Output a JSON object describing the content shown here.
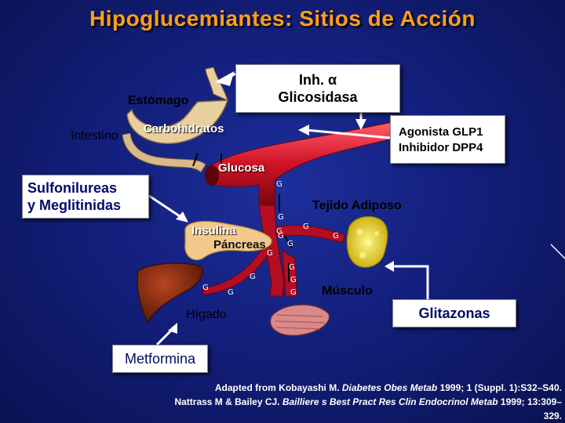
{
  "title": "Hipoglucemiantes: Sitios de Acción",
  "labels": {
    "estomago": "Estómago",
    "intestino": "Intestino",
    "carbohidratos": "Carbohidratos",
    "glucosa": "Glucosa",
    "insulina": "Insulina",
    "pancreas": "Páncreas",
    "tejido_adiposo": "Tejido Adiposo",
    "musculo": "Músculo",
    "higado": "Hígado",
    "g": "G"
  },
  "boxes": {
    "inh_line1": "Inh. α",
    "inh_line2": "Glicosidasa",
    "agonista_line1": "Agonista GLP1",
    "agonista_line2": "Inhibidor DPP4",
    "sulf_line1": "Sulfonilureas",
    "sulf_line2": "y Meglitinidas",
    "glitazonas": "Glitazonas",
    "metformina": "Metformina"
  },
  "reference": {
    "line1_pre": "Adapted from Kobayashi M. ",
    "line1_journal": "Diabetes Obes Metab",
    "line1_post": " 1999; 1 (Suppl. 1):S32–S40.",
    "line2_pre": "Nattrass M & Bailey CJ. ",
    "line2_journal": "Bailliere s Best Pract Res Clin Endocrinol Metab",
    "line2_post": " 1999; 13:309–329."
  },
  "colors": {
    "title": "#ff9f1a",
    "background": "#131f7c",
    "vessel": "#c8102e",
    "stomach": "#e8d2a8",
    "liver": "#8b2a14",
    "fat": "#f0e040",
    "muscle": "#d88a8a"
  }
}
